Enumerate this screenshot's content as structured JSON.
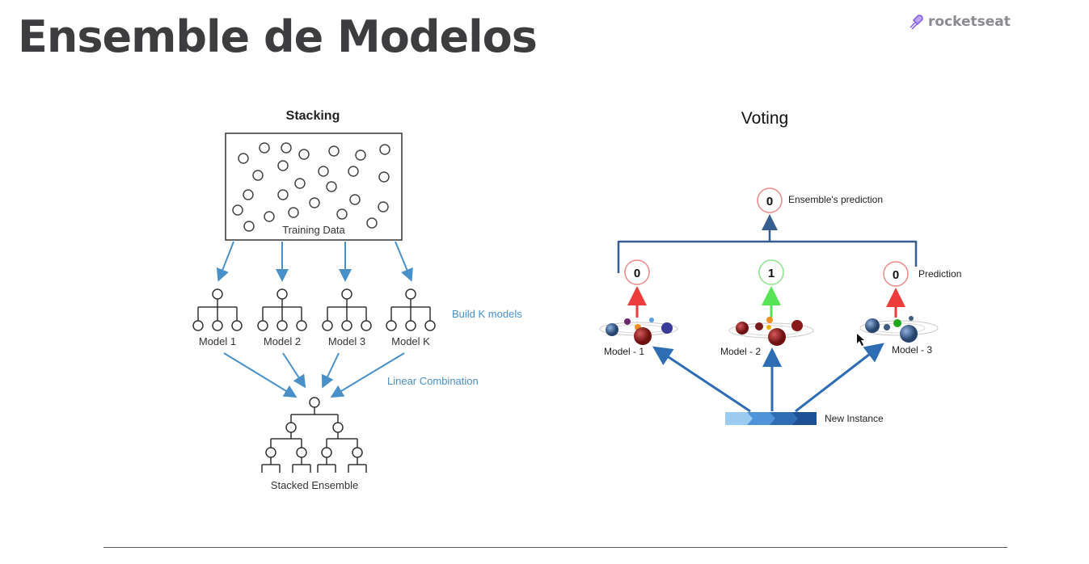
{
  "title": "Ensemble de Modelos",
  "logo": {
    "text": "rocketseat",
    "icon": "rocket-icon",
    "color": "#8257e5"
  },
  "stacking": {
    "heading": "Stacking",
    "training_data_label": "Training Data",
    "models": [
      "Model 1",
      "Model 2",
      "Model 3",
      "Model K"
    ],
    "build_label": "Build K models",
    "combination_label": "Linear Combination",
    "ensemble_label": "Stacked Ensemble",
    "accent_color": "#4a90c8"
  },
  "voting": {
    "heading": "Voting",
    "ensemble_prediction_value": "0",
    "ensemble_prediction_label": "Ensemble's prediction",
    "prediction_label": "Prediction",
    "model_predictions": [
      "0",
      "1",
      "0"
    ],
    "models": [
      "Model - 1",
      "Model - 2",
      "Model - 3"
    ],
    "new_instance_label": "New Instance"
  }
}
